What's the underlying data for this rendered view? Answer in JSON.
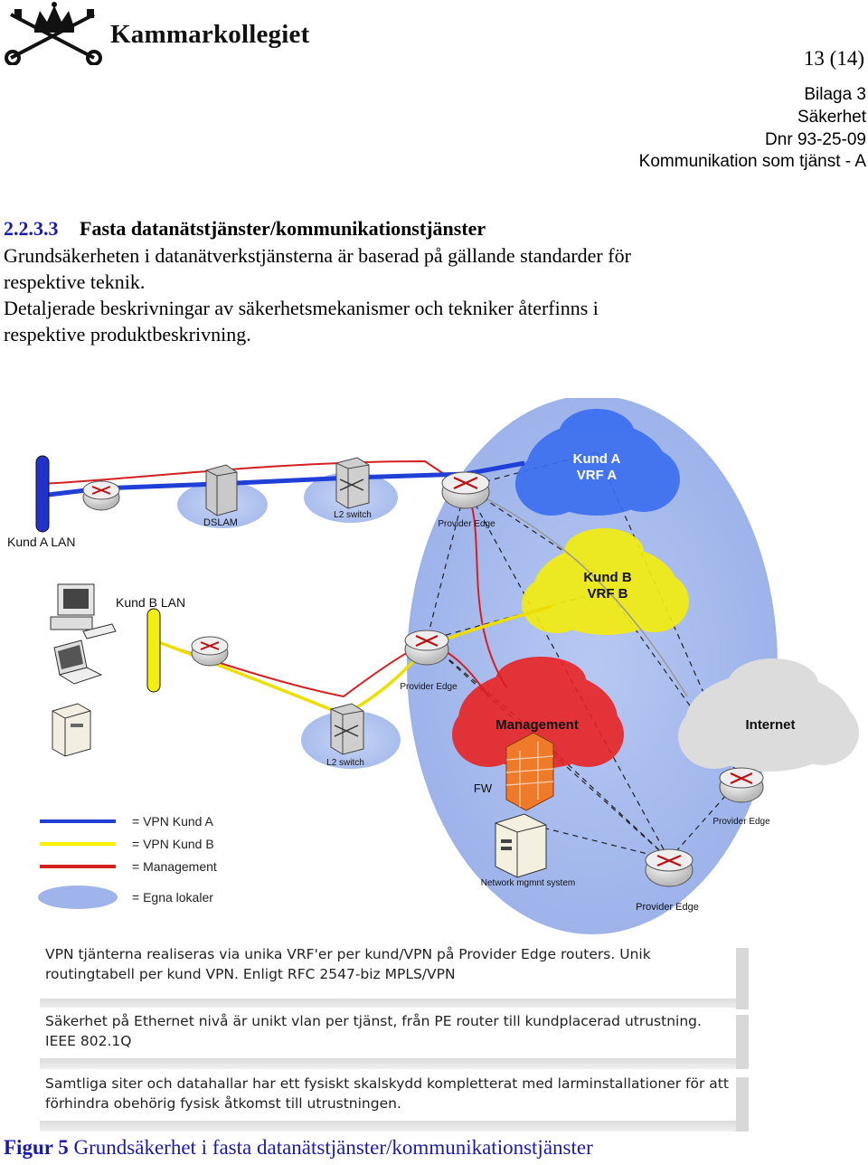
{
  "header": {
    "logo_text": "Kammarkollegiet",
    "page_number": "13 (14)",
    "meta_lines": [
      "Bilaga 3",
      "Säkerhet",
      "Dnr 93-25-09",
      "Kommunikation som tjänst - A"
    ]
  },
  "section": {
    "number": "2.2.3.3",
    "title": "Fasta datanätstjänster/kommunikationstjänster"
  },
  "paragraphs": {
    "p1_line1": "Grundsäkerheten i datanätverkstjänsterna är baserad på gällande standarder för",
    "p1_line2": "respektive teknik.",
    "p2_line1": "Detaljerade beskrivningar av säkerhetsmekanismer och tekniker återfinns i",
    "p2_line2": "respektive produktbeskrivning."
  },
  "diagram": {
    "clouds": {
      "kund_a": [
        "Kund A",
        "VRF A"
      ],
      "kund_b": [
        "Kund B",
        "VRF B"
      ],
      "management": "Management",
      "internet": "Internet"
    },
    "labels": {
      "kund_a_lan": "Kund A LAN",
      "kund_b_lan": "Kund B LAN",
      "dslam": "DSLAM",
      "l2_switch_top": "L2 switch",
      "provider_edge_top": "Provider Edge",
      "provider_edge_mid": "Provider Edge",
      "l2_switch_bottom": "L2 switch",
      "fw": "FW",
      "network_mgmt": "Network mgmnt system",
      "provider_edge_right": "Provider Edge",
      "provider_edge_bottom": "Provider Edge"
    },
    "legend": [
      {
        "label": "= VPN Kund A",
        "color": "#1f3fd6"
      },
      {
        "label": "= VPN Kund B",
        "color": "#ffee00"
      },
      {
        "label": "= Management",
        "color": "#d42020"
      },
      {
        "label": "= Egna lokaler",
        "color": "#9fb4ea"
      }
    ],
    "notes": {
      "n1_line1": "VPN tjänterna realiseras via unika VRF'er per kund/VPN på Provider Edge routers. Unik",
      "n1_line2": "routingtabell per kund VPN. Enligt RFC 2547-biz MPLS/VPN",
      "n2_line1": "Säkerhet på Ethernet nivå är unikt vlan per tjänst, från PE router till kundplacerad utrustning.",
      "n2_line2": "IEEE 802.1Q",
      "n3_line1": "Samtliga siter och datahallar har ett fysiskt skalskydd kompletterat med larminstallationer för att",
      "n3_line2": "förhindra obehörig fysisk åtkomst till utrustningen."
    }
  },
  "caption": {
    "fig_label": "Figur 5",
    "text": "Grundsäkerhet i fasta datanätstjänster/kommunikationstjänster"
  }
}
